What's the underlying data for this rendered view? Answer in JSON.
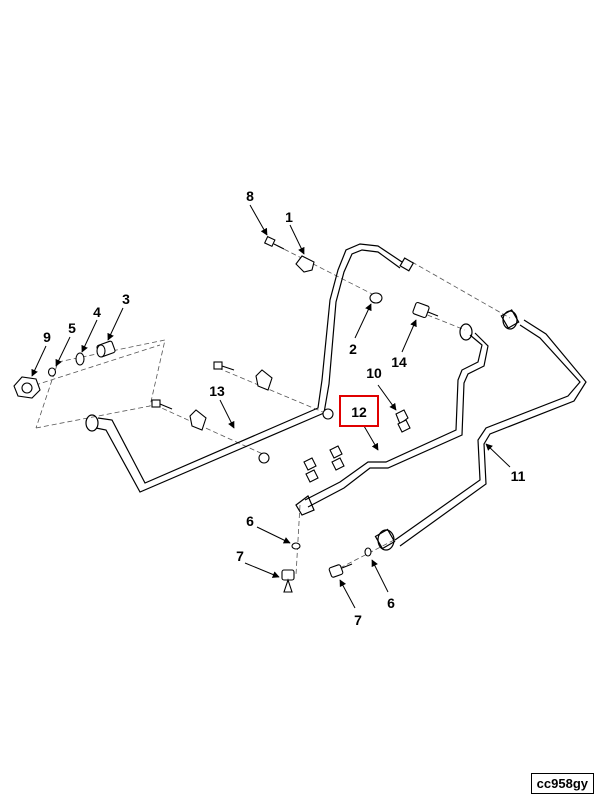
{
  "callouts": {
    "c1": "1",
    "c2": "2",
    "c3": "3",
    "c4": "4",
    "c5": "5",
    "c6a": "6",
    "c6b": "6",
    "c7a": "7",
    "c7b": "7",
    "c8": "8",
    "c9": "9",
    "c10": "10",
    "c11": "11",
    "c12": "12",
    "c13": "13",
    "c14": "14"
  },
  "highlight_color": "#e00000",
  "figure_code": "cc958gy"
}
